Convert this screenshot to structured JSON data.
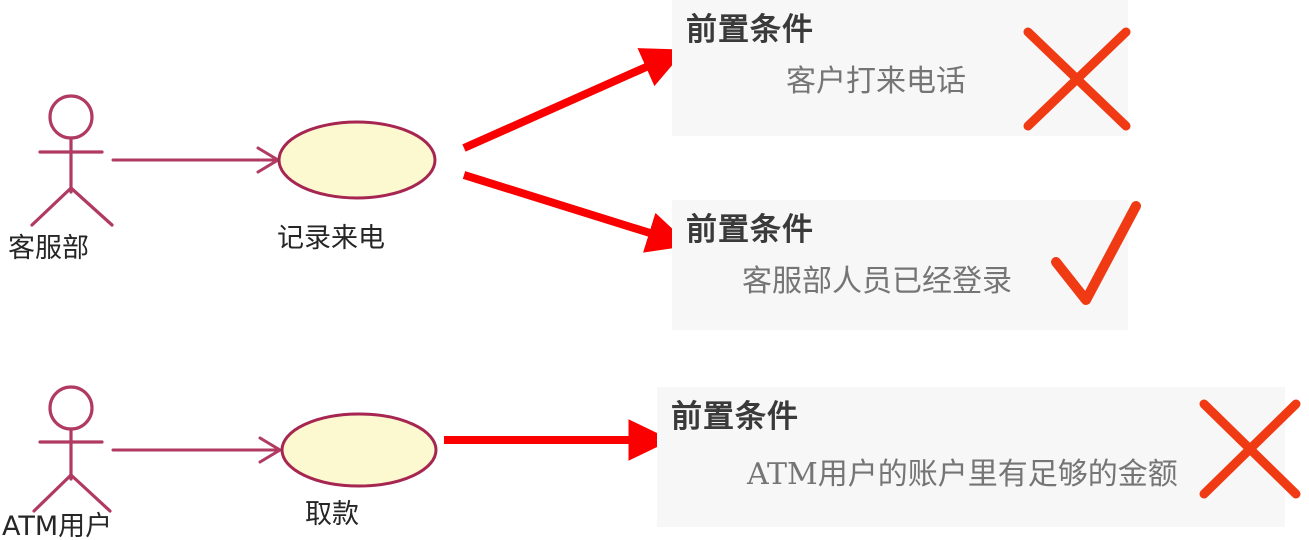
{
  "diagram": {
    "type": "uml-use-case-diagram",
    "title": "",
    "colors": {
      "uml_stroke": "#b03a62",
      "usecase_fill": "#fcf8d0",
      "usecase_stroke": "#a62651",
      "annotation_arrow": "#fa0000",
      "mark_cross": "#f03a14",
      "mark_check": "#f03a14",
      "panel_bg": "#f7f7f7",
      "heading_text": "#3a3a3a",
      "body_text": "#757575",
      "label_text": "#262626",
      "page_bg": "#ffffff"
    },
    "rows": [
      {
        "id": "row-call-logging",
        "actor": {
          "label": "客服部"
        },
        "usecase": {
          "label": "记录来电"
        },
        "association": {
          "kind": "actor-to-usecase-arrow"
        },
        "annotations": [
          {
            "id": "precondition-customer-calls",
            "title": "前置条件",
            "body": "客户打来电话",
            "mark": "cross",
            "mark_meaning": "invalid-precondition"
          },
          {
            "id": "precondition-agent-logged-in",
            "title": "前置条件",
            "body": "客服部人员已经登录",
            "mark": "check",
            "mark_meaning": "valid-precondition"
          }
        ]
      },
      {
        "id": "row-atm-withdrawal",
        "actor": {
          "label": "ATM用户"
        },
        "usecase": {
          "label": "取款"
        },
        "association": {
          "kind": "actor-to-usecase-arrow"
        },
        "annotations": [
          {
            "id": "precondition-sufficient-funds",
            "title": "前置条件",
            "body": "ATM用户的账户里有足够的金额",
            "mark": "cross",
            "mark_meaning": "invalid-precondition"
          }
        ]
      }
    ]
  }
}
